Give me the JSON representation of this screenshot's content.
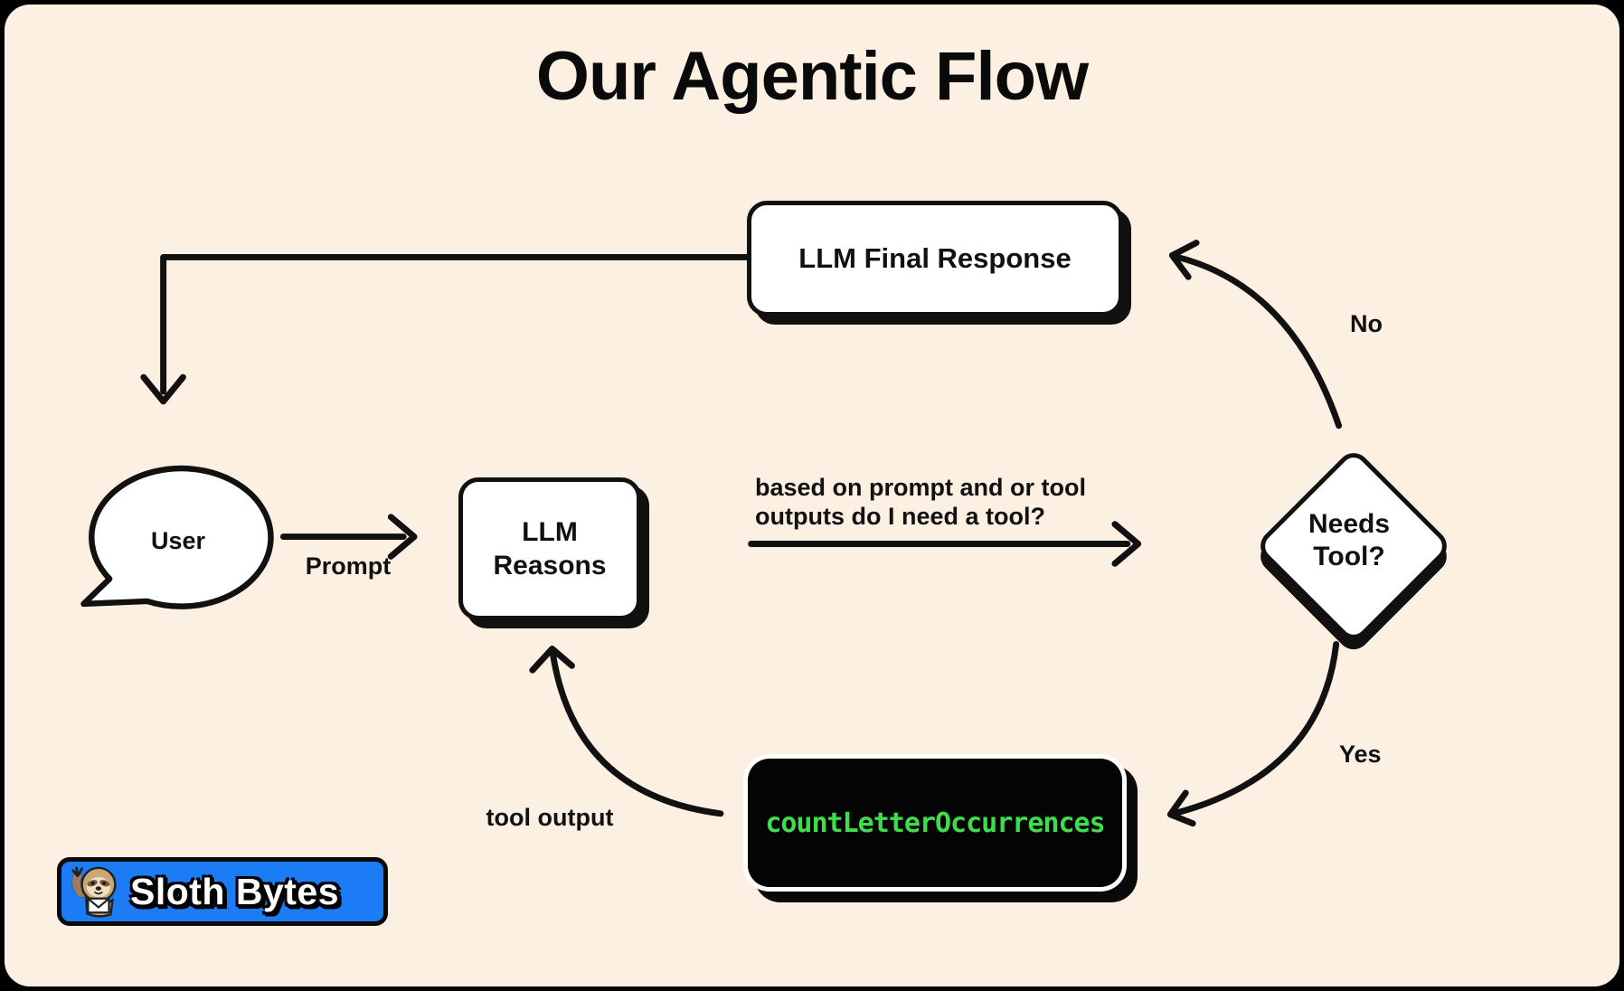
{
  "title": "Our Agentic Flow",
  "nodes": {
    "final_response": {
      "label": "LLM Final Response"
    },
    "user": {
      "label": "User"
    },
    "llm_reasons": {
      "label": "LLM\nReasons"
    },
    "needs_tool": {
      "label": "Needs\nTool?"
    },
    "tool_call": {
      "label": "countLetterOccurrences"
    }
  },
  "edges": {
    "prompt": {
      "label": "Prompt"
    },
    "question": {
      "label": "based on prompt and or tool\noutputs do I need a tool?"
    },
    "no_branch": {
      "label": "No"
    },
    "yes_branch": {
      "label": "Yes"
    },
    "tool_output": {
      "label": "tool output"
    }
  },
  "logo": {
    "text": "Sloth Bytes"
  },
  "colors": {
    "background": "#FCF0E3",
    "ink": "#111111",
    "code_green": "#3EDD4B",
    "logo_blue": "#1B7CF5",
    "node_fill": "#FFFFFF",
    "code_box_fill": "#040404"
  }
}
